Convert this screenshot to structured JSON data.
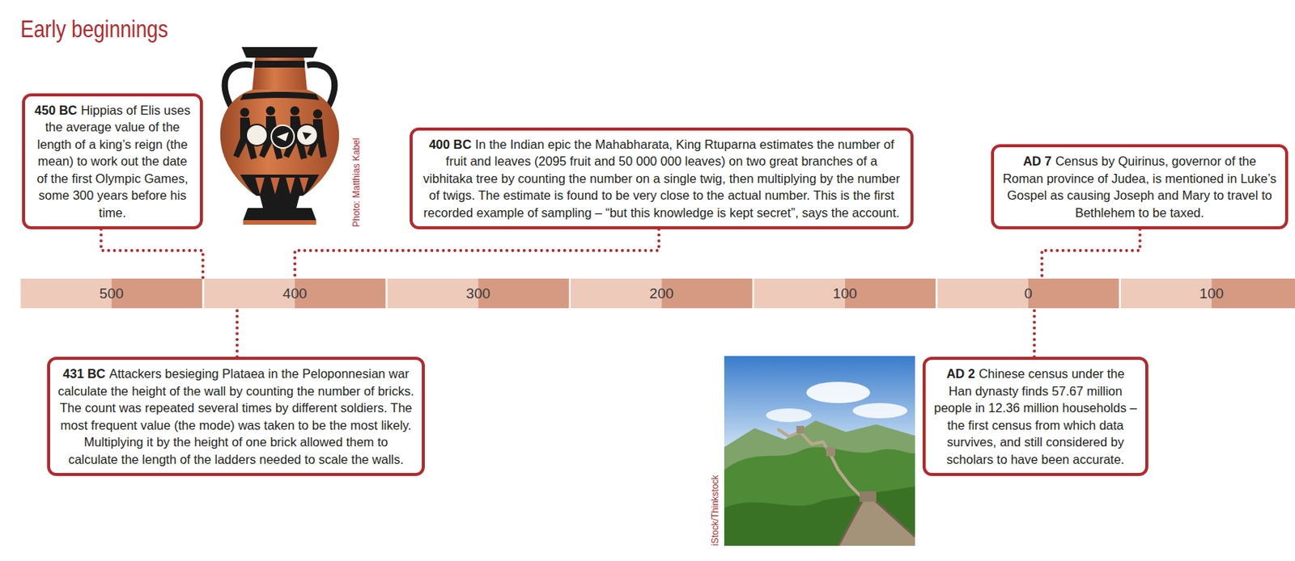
{
  "diagram": {
    "title": "Early beginnings",
    "nodes": [
      {
        "text": [
          "450 BC",
          "Hippias of Elis uses the average value of the length of a king’s reign (the mean) to work out the date of the first Olympic Games, some 300 years before his time."
        ]
      },
      {
        "text": [
          "400 BC",
          "In the Indian epic the Mahabharata, King Rtuparna estimates the number of fruit and leaves (2095 fruit and 50 000 000 leaves) on two great branches of a vibhitaka tree by counting the number on a single twig, then multiplying by the number of twigs. The estimate is found to be very close to the actual number. This is the first recorded example of sampling – “but this knowledge is kept secret”, says the account."
        ]
      },
      {
        "text": [
          "AD 7",
          "Census by Quirinus, governor of the Roman province of Judea, is mentioned in Luke’s Gospel as causing Joseph and Mary to travel to Bethlehem to be taxed."
        ]
      },
      {
        "text": [
          "500",
          "400",
          "300",
          "200",
          "100",
          "0",
          "100"
        ]
      },
      {
        "text": [
          "431 BC",
          "Attackers besieging Plataea in the Peloponnesian war calculate the height of the wall by counting the number of bricks. The count was repeated several times by different soldiers. The most frequent value (the mode) was taken to be the most likely. Multiplying it by the height of one brick allowed them to calculate the length of the ladders needed to scale the walls."
        ]
      },
      {
        "text": [
          "AD 2",
          "Chinese census under the Han dynasty finds 57.67 million people in 12.36 million households – the first census from which data survives, and still considered by scholars to have been accurate."
        ]
      }
    ],
    "edges": [
      {
        "from": 0,
        "to": 3,
        "arrow": "none"
      },
      {
        "from": 1,
        "to": 3,
        "arrow": "none"
      },
      {
        "from": 2,
        "to": 3,
        "arrow": "none"
      },
      {
        "from": 4,
        "to": 3,
        "arrow": "none"
      },
      {
        "from": 5,
        "to": 3,
        "arrow": "none"
      }
    ],
    "labels": [
      "Photo: Matthias Kabel",
      "iStock/Thinkstock"
    ]
  }
}
